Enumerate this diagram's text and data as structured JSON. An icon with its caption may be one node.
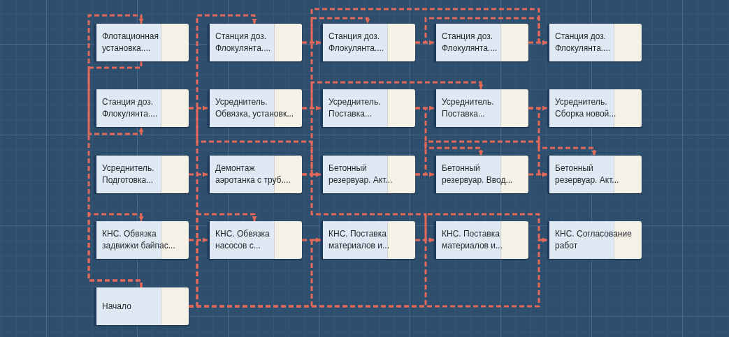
{
  "diagram": {
    "nodes": [
      {
        "text": [
          "Флотационная установка...."
        ]
      },
      {
        "text": [
          "Станция доз. Флокулянта...."
        ]
      },
      {
        "text": [
          "Станция доз. Флокулянта...."
        ]
      },
      {
        "text": [
          "Станция доз. Флокулянта...."
        ]
      },
      {
        "text": [
          "Станция доз. Флокулянта...."
        ]
      },
      {
        "text": [
          "Станция доз. Флокулянта...."
        ]
      },
      {
        "text": [
          "Усреднитель. Обвязка, установк..."
        ]
      },
      {
        "text": [
          "Усреднитель. Поставка..."
        ]
      },
      {
        "text": [
          "Усреднитель. Поставка..."
        ]
      },
      {
        "text": [
          "Усреднитель. Сборка новой..."
        ]
      },
      {
        "text": [
          "Усреднитель. Подготовка..."
        ]
      },
      {
        "text": [
          "Демонтаж аэротанка с труб...."
        ]
      },
      {
        "text": [
          "Бетонный резервуар. Акт..."
        ]
      },
      {
        "text": [
          "Бетонный резервуар. Ввод..."
        ]
      },
      {
        "text": [
          "Бетонный резервуар. Акт..."
        ]
      },
      {
        "text": [
          "КНС. Обвязка задвижки байпас..."
        ]
      },
      {
        "text": [
          "КНС. Обвязка насосов с..."
        ]
      },
      {
        "text": [
          "КНС. Поставка материалов и..."
        ]
      },
      {
        "text": [
          "КНС. Поставка материалов и..."
        ]
      },
      {
        "text": [
          "КНС. Согласование работ"
        ]
      },
      {
        "text": [
          "Начало"
        ]
      }
    ],
    "edges": [
      {
        "from": 20,
        "to": 15,
        "arrow": "to",
        "style": "dashed"
      },
      {
        "from": 20,
        "to": 0,
        "arrow": "to",
        "style": "dashed"
      },
      {
        "from": 0,
        "to": 5,
        "arrow": "to",
        "style": "dashed"
      },
      {
        "from": 20,
        "to": 1,
        "arrow": "to",
        "style": "dashed"
      },
      {
        "from": 20,
        "to": 16,
        "arrow": "to",
        "style": "dashed"
      },
      {
        "from": 20,
        "to": 17,
        "arrow": "to",
        "style": "dashed"
      },
      {
        "from": 20,
        "to": 18,
        "arrow": "to",
        "style": "dashed"
      },
      {
        "from": 20,
        "to": 19,
        "arrow": "to",
        "style": "dashed"
      },
      {
        "from": 5,
        "to": 6,
        "arrow": "to",
        "style": "dashed"
      },
      {
        "from": 10,
        "to": 11,
        "arrow": "to",
        "style": "dashed"
      },
      {
        "from": 15,
        "to": 16,
        "arrow": "to",
        "style": "dashed"
      },
      {
        "from": 1,
        "to": 2,
        "arrow": "to",
        "style": "dashed"
      },
      {
        "from": 6,
        "to": 7,
        "arrow": "to",
        "style": "dashed"
      },
      {
        "from": 11,
        "to": 12,
        "arrow": "to",
        "style": "dashed"
      },
      {
        "from": 16,
        "to": 17,
        "arrow": "to",
        "style": "dashed"
      },
      {
        "from": 2,
        "to": 3,
        "arrow": "to",
        "style": "dashed"
      },
      {
        "from": 7,
        "to": 8,
        "arrow": "to",
        "style": "dashed"
      },
      {
        "from": 12,
        "to": 13,
        "arrow": "to",
        "style": "dashed"
      },
      {
        "from": 3,
        "to": 4,
        "arrow": "to",
        "style": "dashed"
      },
      {
        "from": 8,
        "to": 9,
        "arrow": "to",
        "style": "dashed"
      },
      {
        "from": 13,
        "to": 14,
        "arrow": "to",
        "style": "dashed"
      },
      {
        "from": 6,
        "to": 2,
        "arrow": "to",
        "style": "dashed"
      },
      {
        "from": 11,
        "to": 8,
        "arrow": "to",
        "style": "dashed"
      },
      {
        "from": 7,
        "to": 13,
        "arrow": "to",
        "style": "dashed"
      },
      {
        "from": 8,
        "to": 14,
        "arrow": "to",
        "style": "dashed"
      },
      {
        "from": 1,
        "to": 4,
        "arrow": "to",
        "style": "dashed"
      },
      {
        "from": 2,
        "to": 4,
        "arrow": "to",
        "style": "dashed"
      },
      {
        "from": 5,
        "to": 12,
        "arrow": "to",
        "style": "dashed"
      },
      {
        "from": 12,
        "to": 14,
        "arrow": "to",
        "style": "dashed"
      },
      {
        "from": 11,
        "to": 18,
        "arrow": "to",
        "style": "dashed"
      },
      {
        "from": 17,
        "to": 19,
        "arrow": "to",
        "style": "dashed"
      }
    ]
  }
}
